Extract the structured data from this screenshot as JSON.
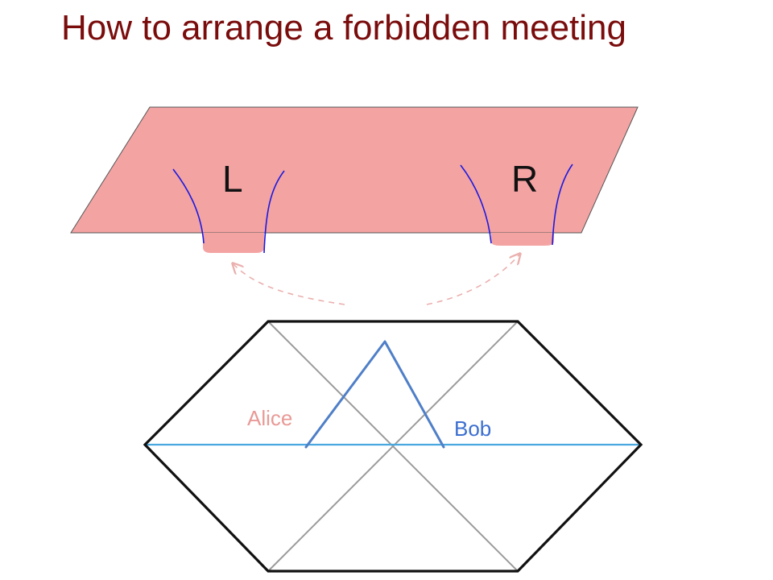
{
  "title": "How to arrange a forbidden meeting",
  "sheet_labels": {
    "left": "L",
    "right": "R"
  },
  "people": {
    "alice": "Alice",
    "bob": "Bob"
  },
  "colors": {
    "title": "#7a0c0c",
    "sheet_fill": "#f4a3a3",
    "throat_line": "#1a1adf",
    "arrow": "#eab0ae",
    "alice": "#e89a96",
    "bob": "#3b6fd0",
    "horizon": "#4aa8df",
    "worldline": "#4f7fc8",
    "outline": "#111111",
    "diagonal": "#9a9a9a"
  }
}
